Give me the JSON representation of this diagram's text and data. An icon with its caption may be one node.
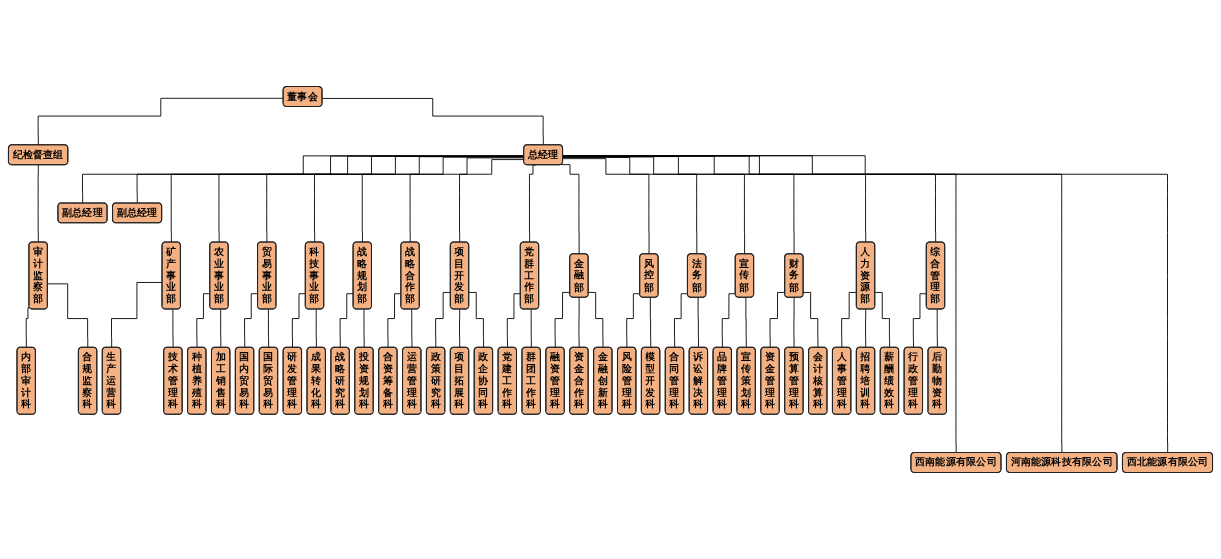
{
  "diagram": {
    "nodes": [
      {
        "text": [
          "纪检督查组"
        ]
      },
      {
        "text": [
          "董事会"
        ]
      },
      {
        "text": [
          "总经理"
        ]
      },
      {
        "text": [
          "副总经理"
        ]
      },
      {
        "text": [
          "副总经理"
        ]
      },
      {
        "text": [
          "审计监察部"
        ]
      },
      {
        "text": [
          "矿产事业部"
        ]
      },
      {
        "text": [
          "农业事业部"
        ]
      },
      {
        "text": [
          "贸易事业部"
        ]
      },
      {
        "text": [
          "科技事业部"
        ]
      },
      {
        "text": [
          "战略规划部"
        ]
      },
      {
        "text": [
          "战略合作部"
        ]
      },
      {
        "text": [
          "项目开发部"
        ]
      },
      {
        "text": [
          "党群工作部"
        ]
      },
      {
        "text": [
          "金融部"
        ]
      },
      {
        "text": [
          "风控部"
        ]
      },
      {
        "text": [
          "法务部"
        ]
      },
      {
        "text": [
          "宣传部"
        ]
      },
      {
        "text": [
          "财务部"
        ]
      },
      {
        "text": [
          "人力资源部"
        ]
      },
      {
        "text": [
          "综合管理部"
        ]
      },
      {
        "text": [
          "内部审计科"
        ]
      },
      {
        "text": [
          "合规监察科"
        ]
      },
      {
        "text": [
          "生产运营科"
        ]
      },
      {
        "text": [
          "技术管理科"
        ]
      },
      {
        "text": [
          "种植养殖科"
        ]
      },
      {
        "text": [
          "加工销售科"
        ]
      },
      {
        "text": [
          "国内贸易科"
        ]
      },
      {
        "text": [
          "国际贸易科"
        ]
      },
      {
        "text": [
          "研发管理科"
        ]
      },
      {
        "text": [
          "成果转化科"
        ]
      },
      {
        "text": [
          "战略研究科"
        ]
      },
      {
        "text": [
          "投资规划科"
        ]
      },
      {
        "text": [
          "合资筹备科"
        ]
      },
      {
        "text": [
          "运营管理科"
        ]
      },
      {
        "text": [
          "政策研究科"
        ]
      },
      {
        "text": [
          "项目拓展科"
        ]
      },
      {
        "text": [
          "政企协同科"
        ]
      },
      {
        "text": [
          "党建工作科"
        ]
      },
      {
        "text": [
          "群团工作科"
        ]
      },
      {
        "text": [
          "融资管理科"
        ]
      },
      {
        "text": [
          "资金合作科"
        ]
      },
      {
        "text": [
          "金融创新科"
        ]
      },
      {
        "text": [
          "风险管理科"
        ]
      },
      {
        "text": [
          "模型开发科"
        ]
      },
      {
        "text": [
          "合同管理科"
        ]
      },
      {
        "text": [
          "诉讼解决科"
        ]
      },
      {
        "text": [
          "品牌管理科"
        ]
      },
      {
        "text": [
          "宣传策划科"
        ]
      },
      {
        "text": [
          "资金管理科"
        ]
      },
      {
        "text": [
          "预算管理科"
        ]
      },
      {
        "text": [
          "会计核算科"
        ]
      },
      {
        "text": [
          "人事管理科"
        ]
      },
      {
        "text": [
          "招聘培训科"
        ]
      },
      {
        "text": [
          "薪酬绩效科"
        ]
      },
      {
        "text": [
          "行政管理科"
        ]
      },
      {
        "text": [
          "后勤物资科"
        ]
      },
      {
        "text": [
          "西南能源有限公司"
        ]
      },
      {
        "text": [
          "河南能源科技有限公司"
        ]
      },
      {
        "text": [
          "西北能源有限公司"
        ]
      }
    ],
    "edges": [
      {
        "from": 1,
        "to": 0,
        "arrow": "none"
      },
      {
        "from": 0,
        "to": 5,
        "arrow": "none"
      },
      {
        "from": 1,
        "to": 2,
        "arrow": "none"
      },
      {
        "from": 2,
        "to": 3,
        "arrow": "none"
      },
      {
        "from": 2,
        "to": 4,
        "arrow": "none"
      },
      {
        "from": 2,
        "to": 6,
        "arrow": "none"
      },
      {
        "from": 2,
        "to": 7,
        "arrow": "none"
      },
      {
        "from": 2,
        "to": 8,
        "arrow": "none"
      },
      {
        "from": 2,
        "to": 9,
        "arrow": "none"
      },
      {
        "from": 2,
        "to": 10,
        "arrow": "none"
      },
      {
        "from": 2,
        "to": 11,
        "arrow": "none"
      },
      {
        "from": 2,
        "to": 12,
        "arrow": "none"
      },
      {
        "from": 2,
        "to": 13,
        "arrow": "none"
      },
      {
        "from": 2,
        "to": 14,
        "arrow": "none"
      },
      {
        "from": 2,
        "to": 15,
        "arrow": "none"
      },
      {
        "from": 2,
        "to": 16,
        "arrow": "none"
      },
      {
        "from": 2,
        "to": 17,
        "arrow": "none"
      },
      {
        "from": 2,
        "to": 18,
        "arrow": "none"
      },
      {
        "from": 2,
        "to": 19,
        "arrow": "none"
      },
      {
        "from": 2,
        "to": 20,
        "arrow": "none"
      },
      {
        "from": 5,
        "to": 21,
        "arrow": "none"
      },
      {
        "from": 5,
        "to": 22,
        "arrow": "none"
      },
      {
        "from": 6,
        "to": 23,
        "arrow": "none"
      },
      {
        "from": 6,
        "to": 24,
        "arrow": "none"
      },
      {
        "from": 7,
        "to": 25,
        "arrow": "none"
      },
      {
        "from": 7,
        "to": 26,
        "arrow": "none"
      },
      {
        "from": 8,
        "to": 27,
        "arrow": "none"
      },
      {
        "from": 8,
        "to": 28,
        "arrow": "none"
      },
      {
        "from": 9,
        "to": 29,
        "arrow": "none"
      },
      {
        "from": 9,
        "to": 30,
        "arrow": "none"
      },
      {
        "from": 10,
        "to": 31,
        "arrow": "none"
      },
      {
        "from": 10,
        "to": 32,
        "arrow": "none"
      },
      {
        "from": 11,
        "to": 33,
        "arrow": "none"
      },
      {
        "from": 11,
        "to": 34,
        "arrow": "none"
      },
      {
        "from": 12,
        "to": 35,
        "arrow": "none"
      },
      {
        "from": 12,
        "to": 36,
        "arrow": "none"
      },
      {
        "from": 12,
        "to": 37,
        "arrow": "none"
      },
      {
        "from": 13,
        "to": 38,
        "arrow": "none"
      },
      {
        "from": 13,
        "to": 39,
        "arrow": "none"
      },
      {
        "from": 14,
        "to": 40,
        "arrow": "none"
      },
      {
        "from": 14,
        "to": 41,
        "arrow": "none"
      },
      {
        "from": 14,
        "to": 42,
        "arrow": "none"
      },
      {
        "from": 15,
        "to": 43,
        "arrow": "none"
      },
      {
        "from": 15,
        "to": 44,
        "arrow": "none"
      },
      {
        "from": 16,
        "to": 45,
        "arrow": "none"
      },
      {
        "from": 16,
        "to": 46,
        "arrow": "none"
      },
      {
        "from": 17,
        "to": 47,
        "arrow": "none"
      },
      {
        "from": 17,
        "to": 48,
        "arrow": "none"
      },
      {
        "from": 18,
        "to": 49,
        "arrow": "none"
      },
      {
        "from": 18,
        "to": 50,
        "arrow": "none"
      },
      {
        "from": 18,
        "to": 51,
        "arrow": "none"
      },
      {
        "from": 19,
        "to": 52,
        "arrow": "none"
      },
      {
        "from": 19,
        "to": 53,
        "arrow": "none"
      },
      {
        "from": 19,
        "to": 54,
        "arrow": "none"
      },
      {
        "from": 20,
        "to": 55,
        "arrow": "none"
      },
      {
        "from": 20,
        "to": 56,
        "arrow": "none"
      },
      {
        "from": 2,
        "to": 57,
        "arrow": "none"
      },
      {
        "from": 2,
        "to": 58,
        "arrow": "none"
      },
      {
        "from": 2,
        "to": 59,
        "arrow": "none"
      }
    ]
  }
}
